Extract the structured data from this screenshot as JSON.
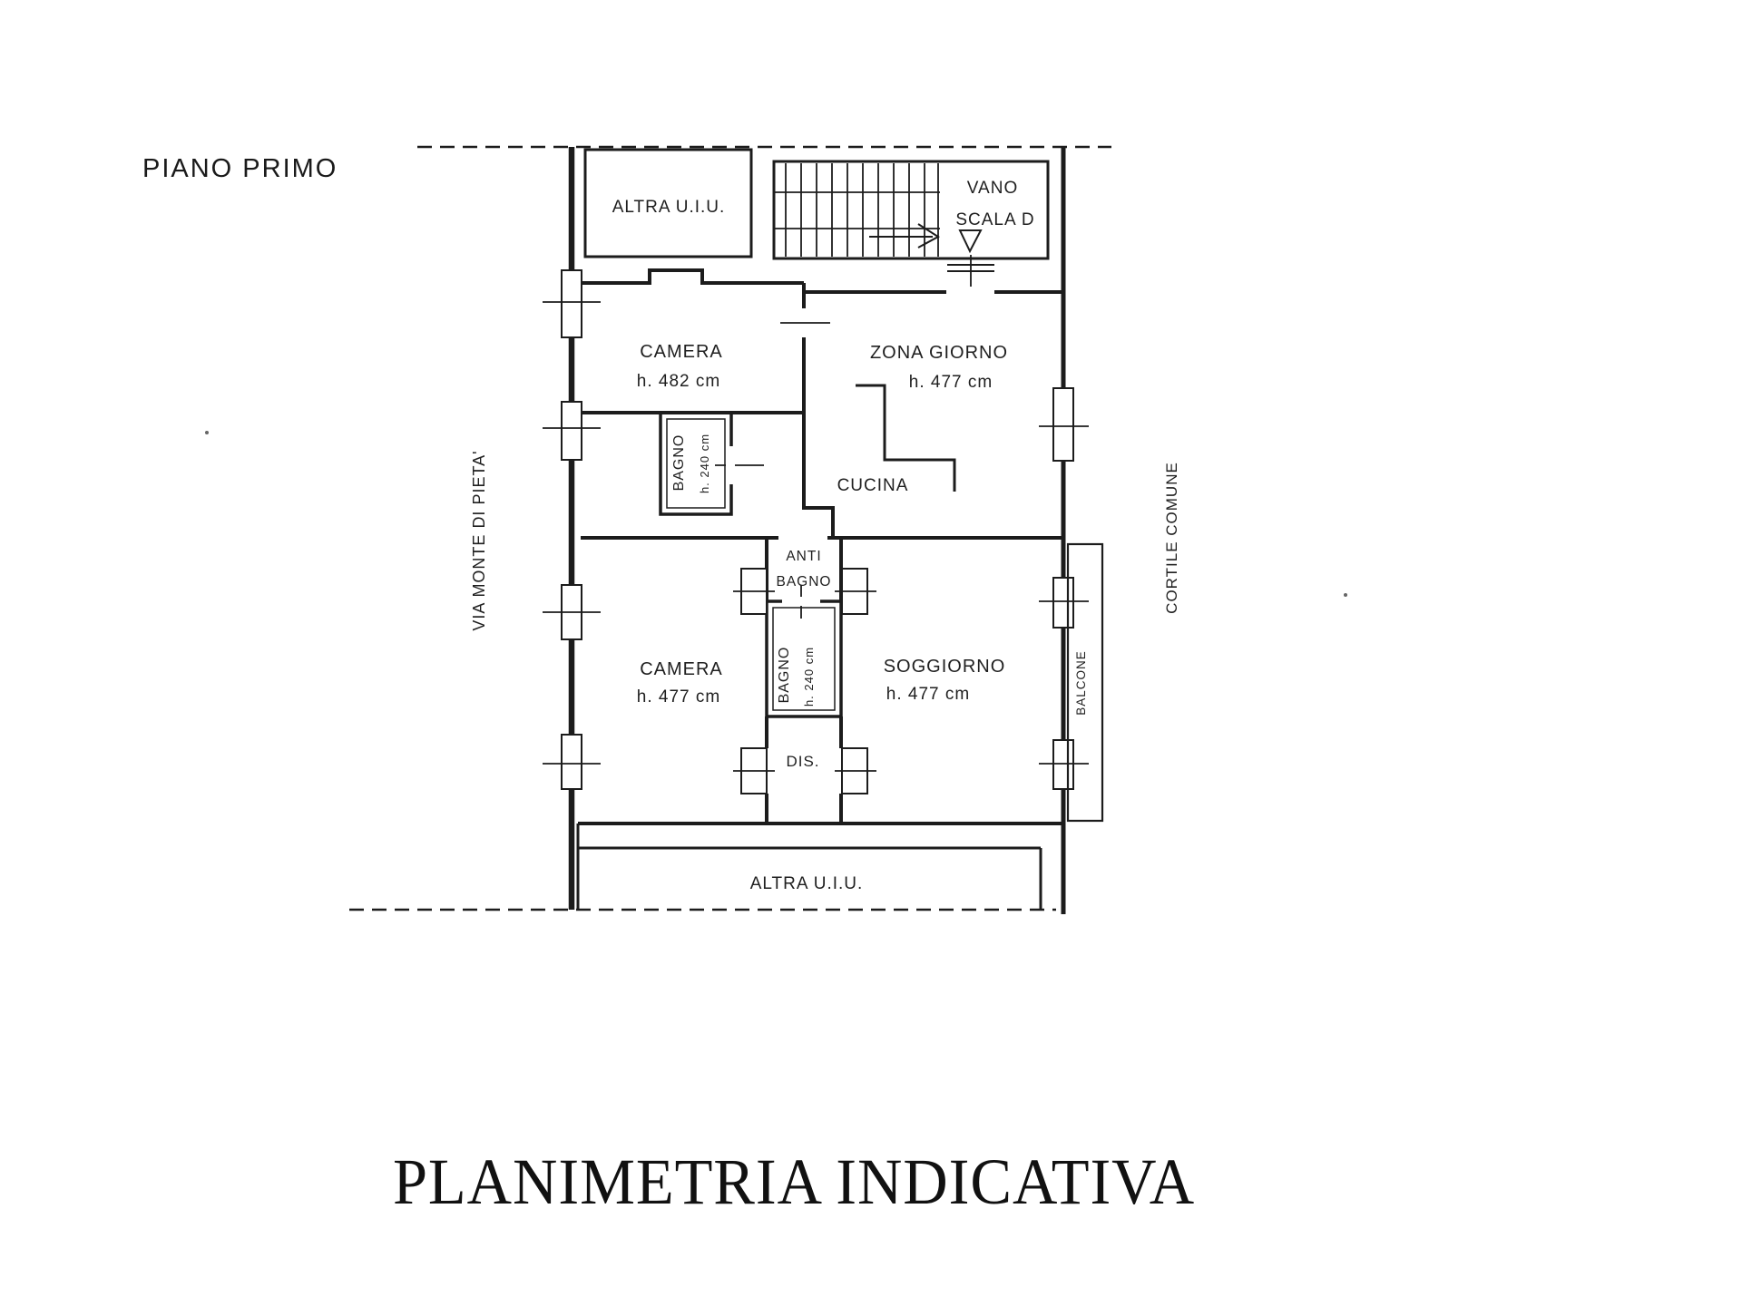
{
  "page": {
    "floor_label": "PIANO PRIMO",
    "caption": "PLANIMETRIA INDICATIVA"
  },
  "plan": {
    "altra_uiu_top": "ALTRA U.I.U.",
    "altra_uiu_bottom": "ALTRA U.I.U.",
    "vano_scala": {
      "line1": "VANO",
      "line2": "SCALA D"
    },
    "rooms": {
      "camera1": {
        "name": "CAMERA",
        "height": "h. 482 cm"
      },
      "zona_giorno": {
        "name": "ZONA GIORNO",
        "height": "h. 477 cm"
      },
      "bagno1": {
        "name": "BAGNO",
        "height": "h. 240 cm"
      },
      "cucina": {
        "name": "CUCINA"
      },
      "anti_bagno": {
        "line1": "ANTI",
        "line2": "BAGNO"
      },
      "camera2": {
        "name": "CAMERA",
        "height": "h. 477 cm"
      },
      "bagno2": {
        "name": "BAGNO",
        "height": "h. 240 cm"
      },
      "soggiorno": {
        "name": "SOGGIORNO",
        "height": "h. 477 cm"
      },
      "dis": {
        "name": "DIS."
      },
      "balcone": {
        "name": "BALCONE"
      }
    },
    "context": {
      "street": "VIA MONTE DI PIETA'",
      "courtyard": "CORTILE COMUNE"
    }
  },
  "colors": {
    "ink": "#1c1c1c",
    "paper": "#ffffff"
  }
}
